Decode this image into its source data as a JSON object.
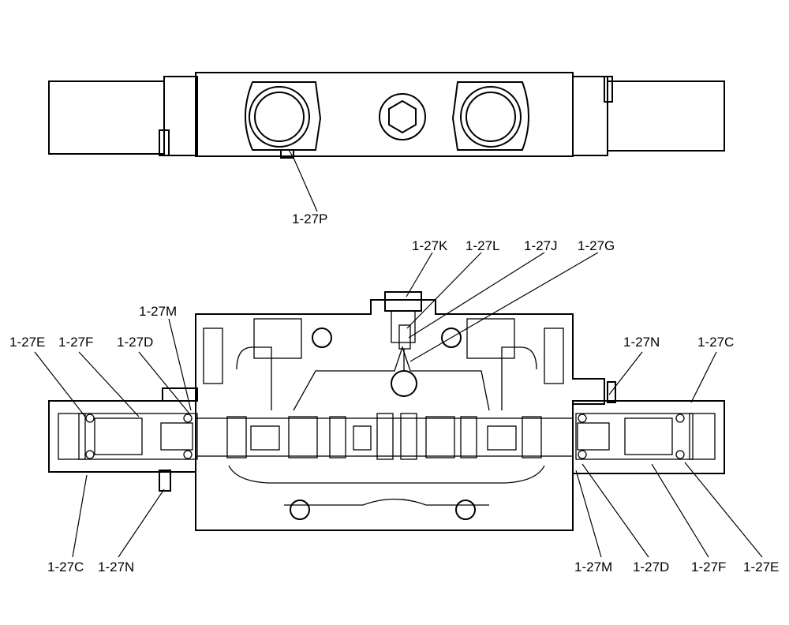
{
  "callouts": {
    "p": "1-27P",
    "k": "1-27K",
    "l": "1-27L",
    "j": "1-27J",
    "g": "1-27G",
    "m_top": "1-27M",
    "e_left": "1-27E",
    "f_left": "1-27F",
    "d_left": "1-27D",
    "n_right": "1-27N",
    "c_right": "1-27C",
    "c_left": "1-27C",
    "n_left": "1-27N",
    "m_bottom": "1-27M",
    "d_right": "1-27D",
    "f_right": "1-27F",
    "e_right": "1-27E"
  }
}
